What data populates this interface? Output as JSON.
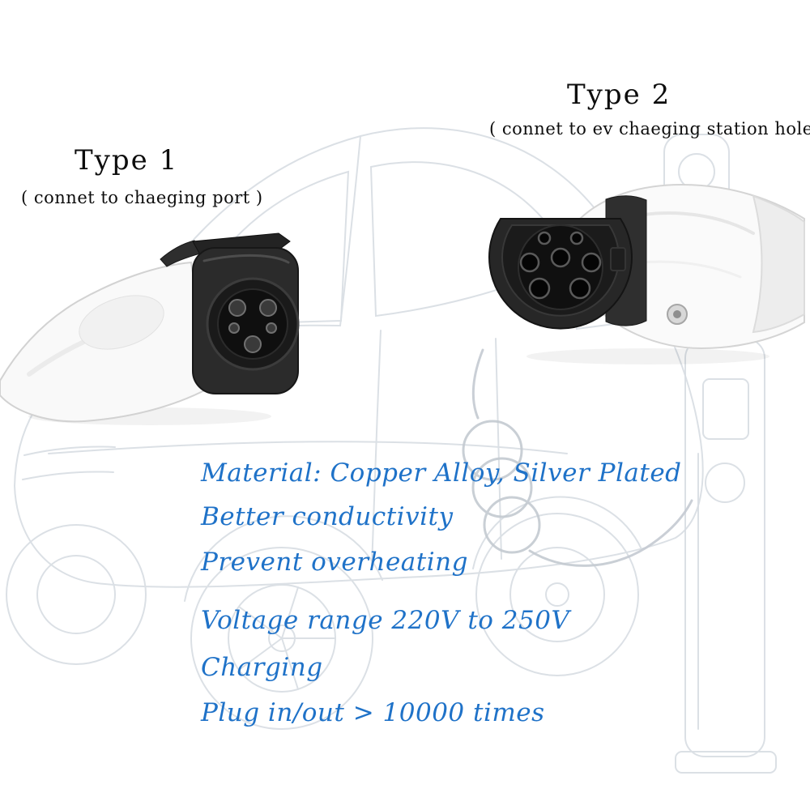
{
  "type1": {
    "title": "Type 1",
    "subtitle": "( connet to chaeging port )"
  },
  "type2": {
    "title": "Type 2",
    "subtitle": "( connet to ev chaeging station hole)"
  },
  "features": [
    "Material: Copper Alloy, Silver Plated",
    "Better conductivity",
    "Prevent overheating",
    "Voltage range 220V to 250V",
    "Charging",
    "Plug in/out > 10000 times"
  ],
  "colors": {
    "feature_text": "#1f72c8",
    "label_text": "#0d0d0d",
    "wireframe": "#d8dde3"
  },
  "illustrations": {
    "background": "wireframe-car-with-charging-station",
    "left_plug": "type1-j1772-plug-photo",
    "right_plug": "type2-mennekes-plug-photo"
  }
}
